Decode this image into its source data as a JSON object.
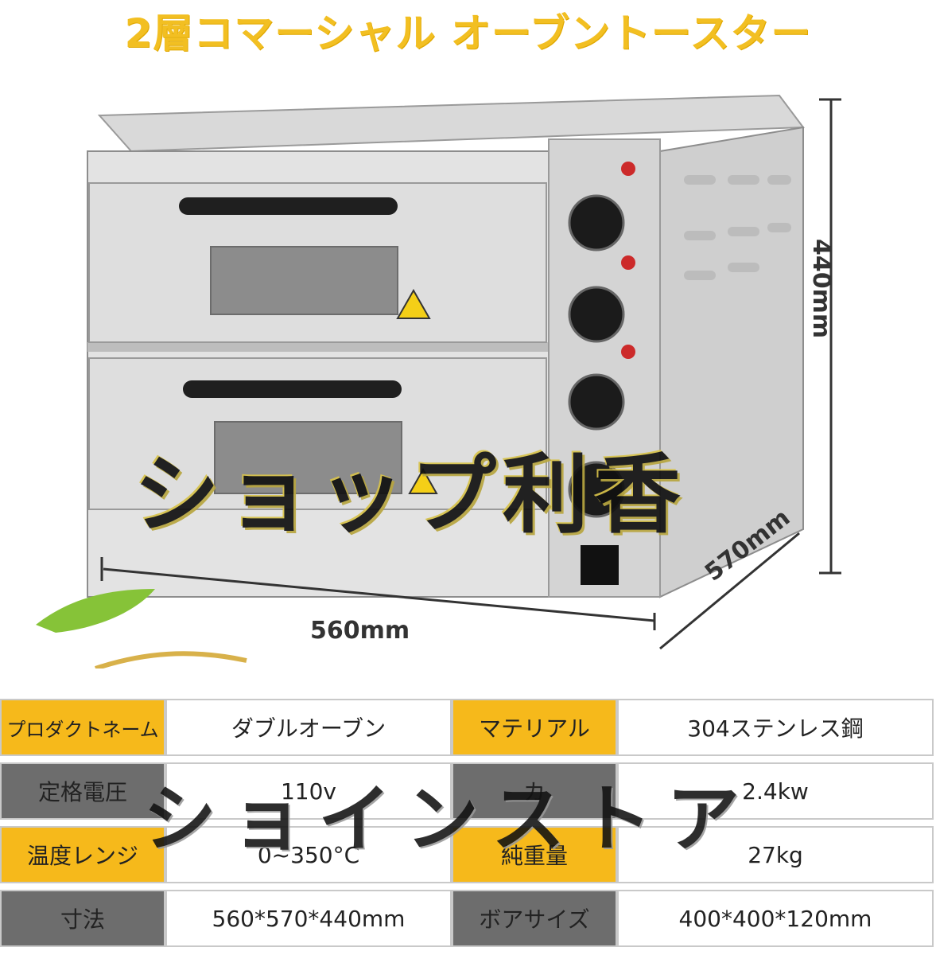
{
  "title": "2層コマーシャル オーブントースター",
  "dimensions": {
    "width": "560mm",
    "depth": "570mm",
    "height": "440mm"
  },
  "watermark": {
    "main": "ショップ利香",
    "secondary": "ショインストア"
  },
  "specs": [
    {
      "label1": "プロダクトネーム",
      "value1": "ダブルオーブン",
      "label2": "マテリアル",
      "value2": "304ステンレス鋼"
    },
    {
      "label1": "定格電圧",
      "value1": "110v",
      "label2": "カ",
      "value2": "2.4kw"
    },
    {
      "label1": "温度レンジ",
      "value1": "0~350°C",
      "label2": "純重量",
      "value2": "27kg"
    },
    {
      "label1": "寸法",
      "value1": "560*570*440mm",
      "label2": "ボアサイズ",
      "value2": "400*400*120mm"
    }
  ]
}
